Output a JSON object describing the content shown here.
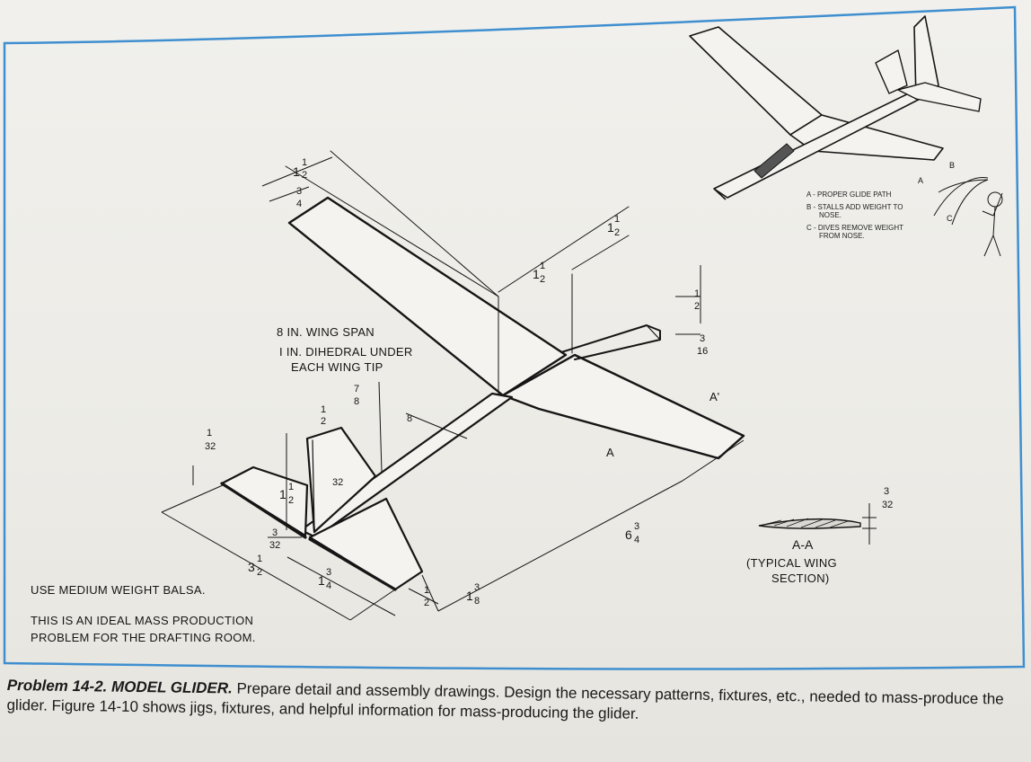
{
  "notes": {
    "wing_span": "8 IN. WING SPAN",
    "dihedral_1": "I IN. DIHEDRAL UNDER",
    "dihedral_2": "EACH WING TIP",
    "balsa": "USE MEDIUM WEIGHT BALSA.",
    "ideal_1": "THIS IS AN IDEAL MASS PRODUCTION",
    "ideal_2": "PROBLEM FOR THE DRAFTING ROOM.",
    "typical_1": "(TYPICAL WING",
    "typical_2": "SECTION)"
  },
  "section_labels": {
    "a_label": "A",
    "a_prime_label": "A'",
    "section_title": "A-A"
  },
  "dimensions": [
    {
      "whole": "1",
      "num": "1",
      "den": "2"
    },
    {
      "whole": "",
      "num": "3",
      "den": "4"
    },
    {
      "whole": "1",
      "num": "1",
      "den": "2"
    },
    {
      "whole": "1",
      "num": "1",
      "den": "2"
    },
    {
      "whole": "",
      "num": "1",
      "den": "2"
    },
    {
      "whole": "",
      "num": "3",
      "den": "16"
    },
    {
      "whole": "",
      "num": "7",
      "den": "8"
    },
    {
      "whole": "",
      "num": "1",
      "den": "2"
    },
    {
      "whole": "",
      "num": "",
      "den": "8"
    },
    {
      "whole": "",
      "num": "1",
      "den": "32"
    },
    {
      "whole": "",
      "num": "",
      "den": "32"
    },
    {
      "whole": "1",
      "num": "1",
      "den": "2"
    },
    {
      "whole": "",
      "num": "3",
      "den": "32"
    },
    {
      "whole": "3",
      "num": "1",
      "den": "2"
    },
    {
      "whole": "1",
      "num": "3",
      "den": "4"
    },
    {
      "whole": "6",
      "num": "3",
      "den": "4"
    },
    {
      "whole": "",
      "num": "1",
      "den": "2"
    },
    {
      "whole": "1",
      "num": "3",
      "den": "8"
    },
    {
      "whole": "",
      "num": "3",
      "den": "32"
    }
  ],
  "glide_legend": {
    "a": "A - PROPER GLIDE PATH",
    "b1": "B - STALLS ADD WEIGHT TO",
    "b2": "NOSE.",
    "c1": "C - DIVES REMOVE WEIGHT",
    "c2": "FROM NOSE.",
    "path_a": "A",
    "path_b": "B",
    "path_c": "C"
  },
  "caption": {
    "lead": "Problem 14-2. MODEL GLIDER.",
    "body": "Prepare detail and assembly drawings. Design the necessary patterns, fixtures, etc., needed to mass-produce the glider. Figure 14-10 shows jigs, fixtures, and helpful information for mass-producing the glider."
  },
  "colors": {
    "frame_blue": "#3f8fd0",
    "ink": "#151515",
    "paper": "#f1f0ec"
  }
}
